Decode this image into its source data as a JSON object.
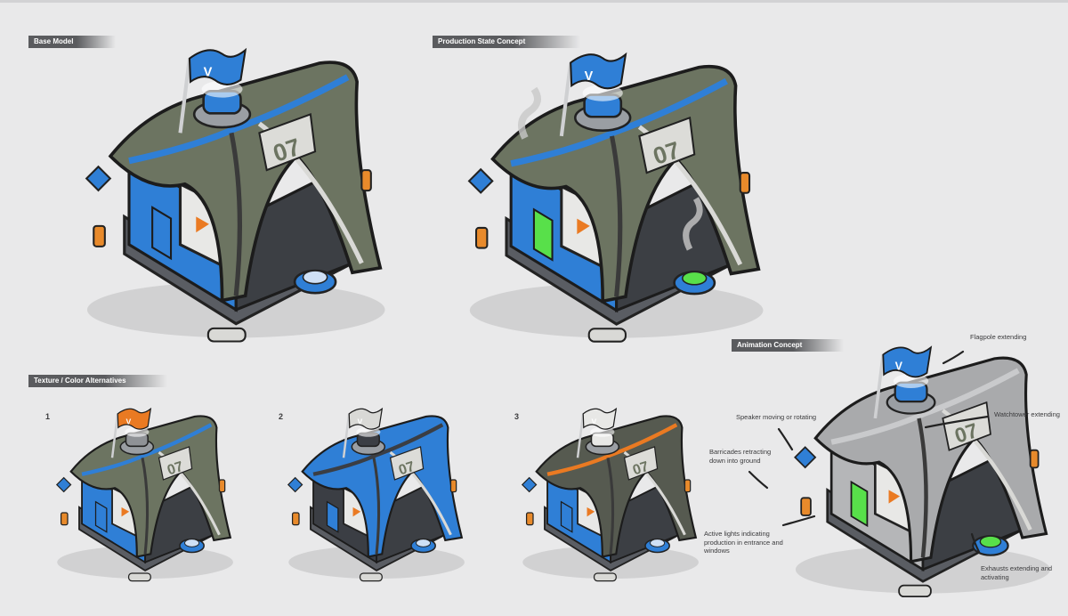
{
  "sections": {
    "base_model": "Base Model",
    "production_state": "Production State Concept",
    "texture_alternatives": "Texture / Color Alternatives",
    "animation_concept": "Animation Concept"
  },
  "variants": [
    {
      "number": "1"
    },
    {
      "number": "2"
    },
    {
      "number": "3"
    }
  ],
  "building": {
    "number_label": "07",
    "flag_letter": "V"
  },
  "annotations": {
    "flagpole": "Flagpole extending",
    "speaker": "Speaker moving or rotating",
    "watchtower": "Watchtower extending",
    "barricades": "Barricades retracting down into ground",
    "lights": "Active lights indicating production in entrance and windows",
    "exhausts": "Exhausts extending and activating"
  },
  "colors": {
    "background": "#e9e9ea",
    "roof_green": "#6c7461",
    "accent_blue": "#2f7fd6",
    "accent_orange": "#ea7a22",
    "production_green": "#58e04a",
    "label_bar": "#5a5b5e"
  }
}
